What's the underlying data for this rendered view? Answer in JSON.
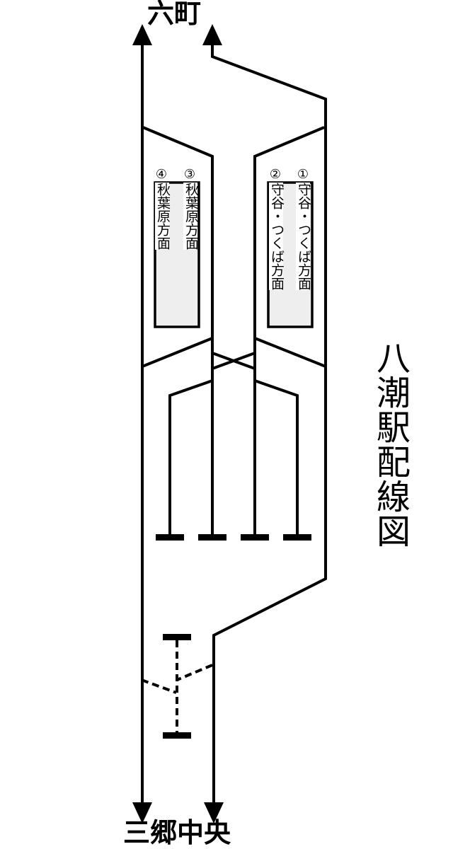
{
  "diagram": {
    "title": "八潮駅配線図",
    "station_top": "六町",
    "station_bottom": "三郷中央",
    "platform_left": {
      "track_4": {
        "number": "④",
        "direction": "秋葉原方面"
      },
      "track_3": {
        "number": "③",
        "direction": "秋葉原方面"
      }
    },
    "platform_right": {
      "track_2": {
        "number": "②",
        "direction": "守谷・つくば方面"
      },
      "track_1": {
        "number": "①",
        "direction": "守谷・つくば方面"
      }
    },
    "colors": {
      "line": "#000000",
      "platform_fill": "#eeeeee",
      "background": "#ffffff"
    }
  }
}
